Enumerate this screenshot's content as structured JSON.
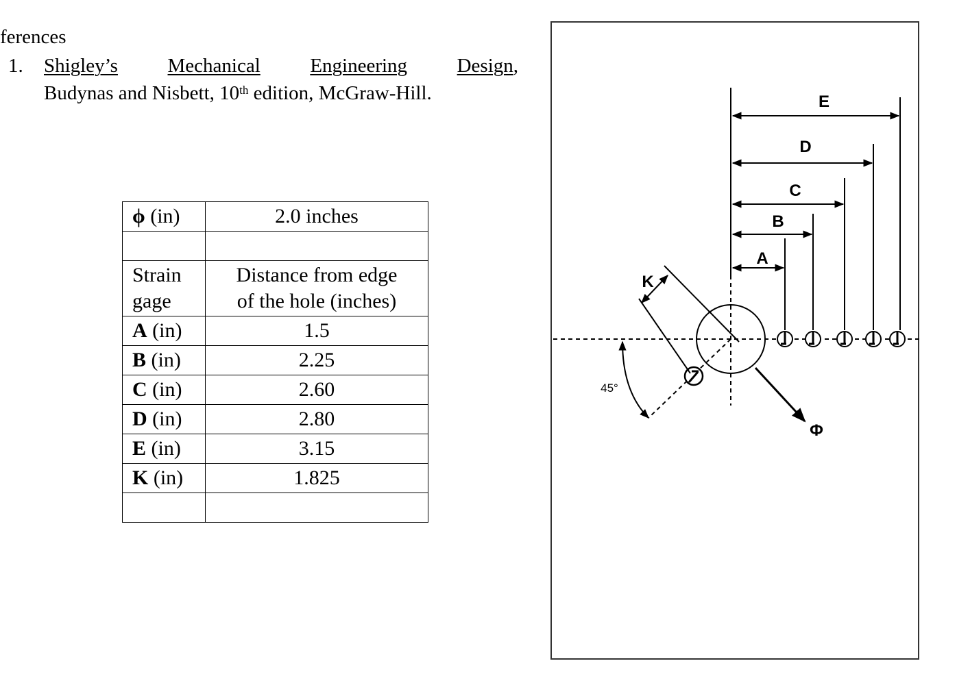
{
  "references": {
    "heading": "ferences",
    "item_number": "1.",
    "title": "Shigley’s Mechanical Engineering Design",
    "title_words": [
      "Shigley’s",
      "Mechanical",
      "Engineering",
      "Design,"
    ],
    "authors": "Budynas and Nisbett, 10",
    "edition_sup": "th",
    "edition_rest": " edition, McGraw-Hill."
  },
  "table": {
    "phi_label": "ϕ",
    "phi_unit": " (in)",
    "phi_value": "2.0 inches",
    "header_col1_line1": "Strain",
    "header_col1_line2": "gage",
    "header_col2_line1": "Distance from edge",
    "header_col2_line2": "of the hole (inches)",
    "unit": " (in)",
    "rows": [
      {
        "gage": "A",
        "value": "1.5"
      },
      {
        "gage": "B",
        "value": "2.25"
      },
      {
        "gage": "C",
        "value": "2.60"
      },
      {
        "gage": "D",
        "value": "2.80"
      },
      {
        "gage": "E",
        "value": "3.15"
      },
      {
        "gage": "K",
        "value": "1.825"
      }
    ]
  },
  "figure": {
    "labels": {
      "E": "E",
      "D": "D",
      "C": "C",
      "B": "B",
      "A": "A",
      "K": "K",
      "phi": "Φ",
      "angle": "45°"
    }
  }
}
